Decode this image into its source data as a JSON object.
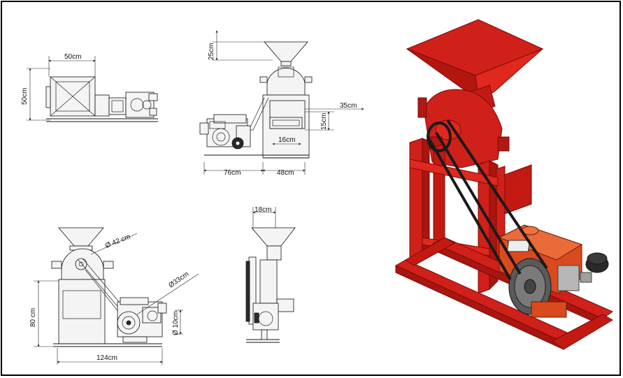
{
  "dimensions": {
    "top_width": "50cm",
    "top_depth": "50cm",
    "hopper_height": "25cm",
    "outlet_offset": "35cm",
    "outlet_height": "15cm",
    "outlet_width": "16cm",
    "engine_span": "76cm",
    "frame_span": "48cm",
    "side_top_width": "18cm",
    "pulley_mill": "Ø 42 cm",
    "pulley_engine": "Ø33cm",
    "pulley_small": "Ø 10cm",
    "frame_height": "80 cm",
    "overall_length": "124cm"
  },
  "colors": {
    "machine_red": "#d0201a",
    "engine_orange": "#d94a1e",
    "line": "#111111"
  }
}
